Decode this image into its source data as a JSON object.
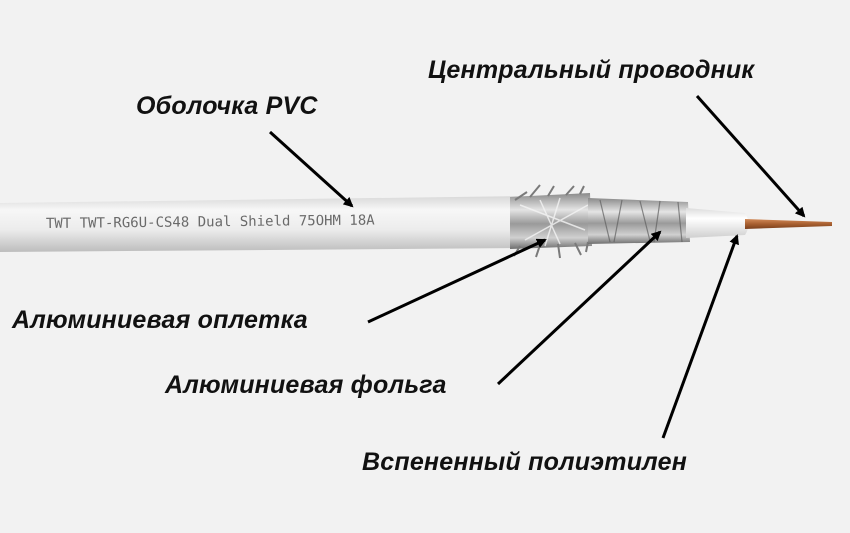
{
  "labels": {
    "center_conductor": "Центральный проводник",
    "pvc_jacket": "Оболочка PVC",
    "aluminum_braid": "Алюминиевая оплетка",
    "aluminum_foil": "Алюминиевая фольга",
    "foamed_pe": "Вспененный полиэтилен"
  },
  "cable_print": "TWT TWT-RG6U-CS48 Dual Shield 75OHM 18A",
  "colors": {
    "background": "#f2f2f2",
    "jacket": "#ededed",
    "foil": "#b8b8b8",
    "dielectric": "#fafafa",
    "copper": "#b06a3c",
    "arrow": "#000000"
  }
}
